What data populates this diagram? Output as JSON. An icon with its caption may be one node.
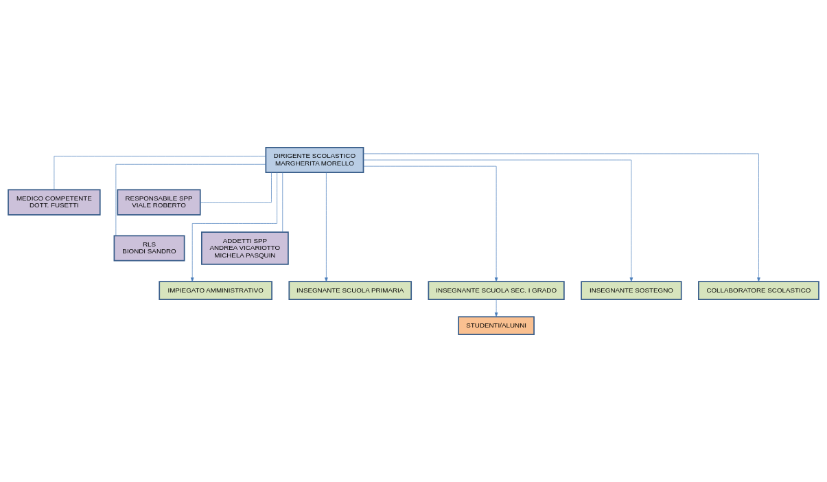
{
  "diagram": {
    "nodes": [
      {
        "text": [
          "DIRIGENTE SCOLASTICO",
          "MARGHERITA MORELLO"
        ]
      },
      {
        "text": [
          "MEDICO COMPETENTE",
          "DOTT. FUSETTI"
        ]
      },
      {
        "text": [
          "RESPONSABILE SPP",
          "VIALE ROBERTO"
        ]
      },
      {
        "text": [
          "RLS",
          "BIONDI SANDRO"
        ]
      },
      {
        "text": [
          "ADDETTI SPP",
          "ANDREA VICARIOTTO",
          "MICHELA PASQUIN"
        ]
      },
      {
        "text": [
          "IMPIEGATO AMMINISTRATIVO"
        ]
      },
      {
        "text": [
          "INSEGNANTE SCUOLA PRIMARIA"
        ]
      },
      {
        "text": [
          "INSEGNANTE SCUOLA SEC. I GRADO"
        ]
      },
      {
        "text": [
          "INSEGNANTE SOSTEGNO"
        ]
      },
      {
        "text": [
          "COLLABORATORE SCOLASTICO"
        ]
      },
      {
        "text": [
          "STUDENTI/ALUNNI"
        ]
      }
    ],
    "edges": [
      {
        "from": 0,
        "to": 1,
        "arrow": "none"
      },
      {
        "from": 0,
        "to": 2,
        "arrow": "none"
      },
      {
        "from": 0,
        "to": 3,
        "arrow": "none"
      },
      {
        "from": 0,
        "to": 4,
        "arrow": "none"
      },
      {
        "from": 0,
        "to": 5,
        "arrow": "to"
      },
      {
        "from": 0,
        "to": 6,
        "arrow": "to"
      },
      {
        "from": 0,
        "to": 7,
        "arrow": "to"
      },
      {
        "from": 0,
        "to": 8,
        "arrow": "to"
      },
      {
        "from": 0,
        "to": 9,
        "arrow": "to"
      },
      {
        "from": 7,
        "to": 10,
        "arrow": "to"
      }
    ]
  }
}
